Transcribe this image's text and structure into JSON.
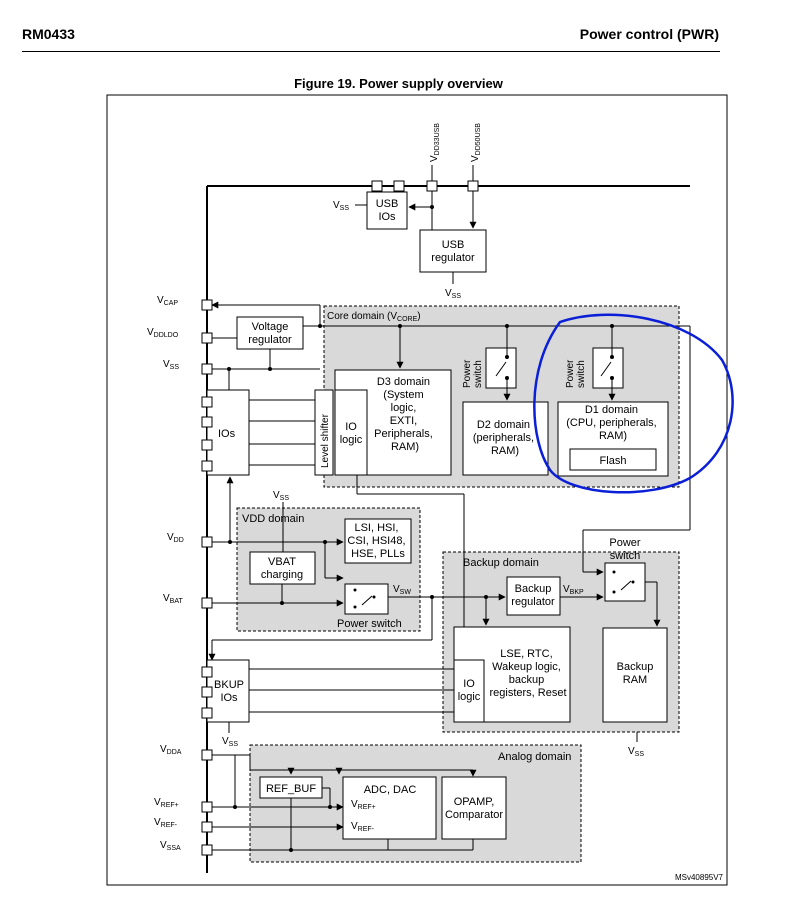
{
  "header": {
    "doc_id": "RM0433",
    "section": "Power control (PWR)"
  },
  "figure": {
    "title": "Figure 19. Power supply overview",
    "ref": "MSv40895V7"
  },
  "pins": {
    "vdd33usb": "V",
    "vdd33usb_sub": "DD33USB",
    "vdd50usb": "V",
    "vdd50usb_sub": "DD50USB",
    "vcap": "V",
    "vcap_sub": "CAP",
    "vddldo": "V",
    "vddldo_sub": "DDLDO",
    "vss": "V",
    "vss_sub": "SS",
    "vdd": "V",
    "vdd_sub": "DD",
    "vbat": "V",
    "vbat_sub": "BAT",
    "vdda": "V",
    "vdda_sub": "DDA",
    "vrefp": "V",
    "vrefp_sub": "REF+",
    "vrefm": "V",
    "vrefm_sub": "REF-",
    "vssa": "V",
    "vssa_sub": "SSA"
  },
  "blocks": {
    "usb_ios": [
      "USB",
      "IOs"
    ],
    "usb_regulator": [
      "USB",
      "regulator"
    ],
    "voltage_regulator": [
      "Voltage",
      "regulator"
    ],
    "core_domain": "Core domain (V",
    "core_domain_sub": "CORE",
    "core_domain_end": ")",
    "ios": "IOs",
    "level_shifter": "Level shifter",
    "io_logic": [
      "IO",
      "logic"
    ],
    "d3_domain": [
      "D3 domain",
      "(System",
      "logic,",
      "EXTI,",
      "Peripherals,",
      "RAM)"
    ],
    "power_switch_vert": [
      "Power",
      "switch"
    ],
    "d2_domain": [
      "D2 domain",
      "(peripherals,",
      "RAM)"
    ],
    "d1_domain": [
      "D1 domain",
      "(CPU, peripherals,",
      "RAM)"
    ],
    "flash": "Flash",
    "vdd_domain": "VDD domain",
    "osc": [
      "LSI, HSI,",
      "CSI, HSI48,",
      "HSE, PLLs"
    ],
    "vbat_charging": [
      "VBAT",
      "charging"
    ],
    "power_switch": "Power switch",
    "vsw": "V",
    "vsw_sub": "SW",
    "backup_domain": "Backup domain",
    "power_switch_top": [
      "Power",
      "switch"
    ],
    "backup_regulator": [
      "Backup",
      "regulator"
    ],
    "vbkp": "V",
    "vbkp_sub": "BKP",
    "lse": [
      "LSE, RTC,",
      "Wakeup logic,",
      "backup",
      "registers, Reset"
    ],
    "backup_ram": [
      "Backup",
      "RAM"
    ],
    "bkup_ios": [
      "BKUP",
      "IOs"
    ],
    "analog_domain": "Analog domain",
    "ref_buf": "REF_BUF",
    "adc_dac": "ADC, DAC",
    "opamp": [
      "OPAMP,",
      "Comparator"
    ]
  },
  "colors": {
    "domain_fill": "#d9d9d9",
    "annotation": "#0a1fd6",
    "line": "#000000"
  }
}
